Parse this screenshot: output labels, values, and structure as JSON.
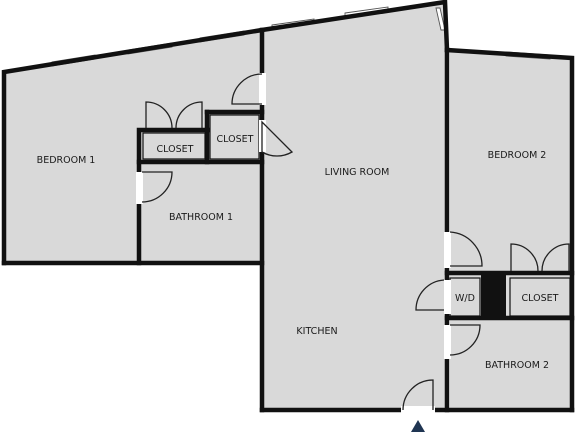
{
  "floor_plan": {
    "rooms": {
      "bedroom1": "BEDROOM 1",
      "closet_left": "CLOSET",
      "closet_center": "CLOSET",
      "bathroom1": "BATHROOM 1",
      "living_room": "LIVING ROOM",
      "kitchen": "KITCHEN",
      "bedroom2": "BEDROOM 2",
      "wd": "W/D",
      "closet_right": "CLOSET",
      "bathroom2": "BATHROOM 2"
    },
    "colors": {
      "floor": "#d9d9d9",
      "wall": "#111111",
      "entrance_marker": "#1f3552"
    }
  }
}
